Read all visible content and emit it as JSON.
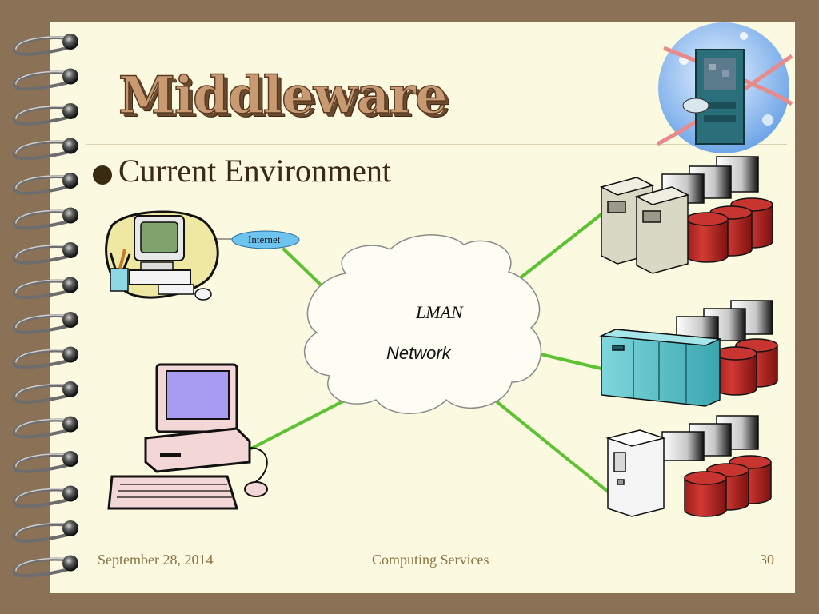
{
  "slide": {
    "title": "Middleware",
    "bullet": "Current Environment"
  },
  "diagram": {
    "internet_label": "Internet",
    "cloud_line1": "LMAN",
    "cloud_line2": "Network"
  },
  "footer": {
    "date": "September 28, 2014",
    "center": "Computing Services",
    "page": "30"
  },
  "colors": {
    "background": "#fbf9df",
    "frame": "#8b7257",
    "link_line": "#5cc232",
    "disk": "#c42a26"
  },
  "icons": [
    "spiral-binding",
    "globe-computer-icon",
    "desktop-clipart-icon",
    "pc-clipart-icon",
    "server-cabinet-icon",
    "mainframe-icon",
    "tower-server-icon",
    "disk-stack-icon"
  ]
}
